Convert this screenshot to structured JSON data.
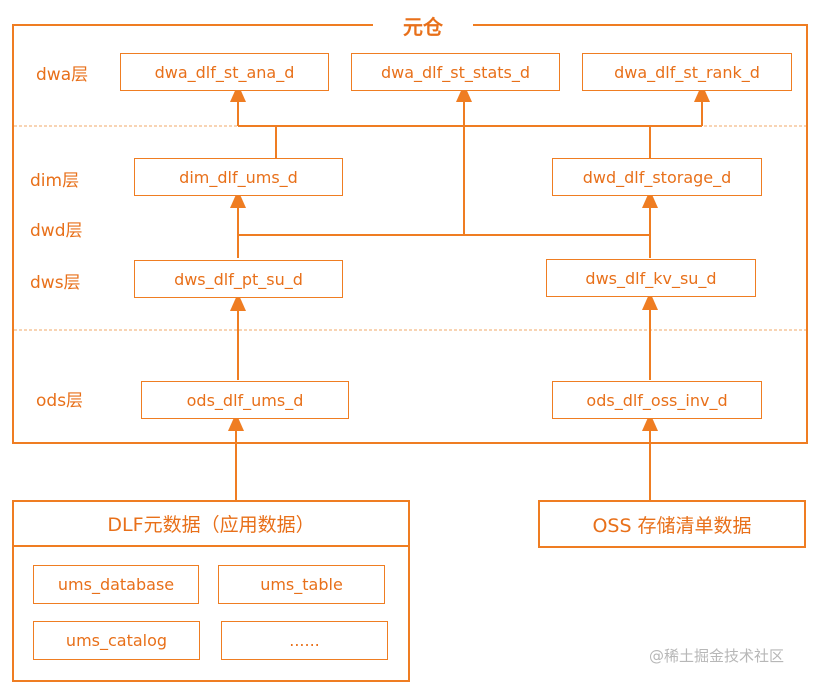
{
  "title": "元仓",
  "layers": {
    "dwa": "dwa层",
    "dim": "dim层",
    "dwd": "dwd层",
    "dws": "dws层",
    "ods": "ods层"
  },
  "tables": {
    "dwa_ana": "dwa_dlf_st_ana_d",
    "dwa_stats": "dwa_dlf_st_stats_d",
    "dwa_rank": "dwa_dlf_st_rank_d",
    "dim_ums": "dim_dlf_ums_d",
    "dwd_storage": "dwd_dlf_storage_d",
    "dws_pt": "dws_dlf_pt_su_d",
    "dws_kv": "dws_dlf_kv_su_d",
    "ods_ums": "ods_dlf_ums_d",
    "ods_oss": "ods_dlf_oss_inv_d"
  },
  "sources": {
    "dlf_title": "DLF元数据（应用数据）",
    "oss_title": "OSS 存储清单数据",
    "dlf_items": [
      "ums_database",
      "ums_table",
      "ums_catalog",
      "......"
    ]
  },
  "watermark": "@稀土掘金技术社区",
  "colors": {
    "accent": "#ef7d22",
    "text": "#e8701a",
    "divider": "#f0a868"
  }
}
